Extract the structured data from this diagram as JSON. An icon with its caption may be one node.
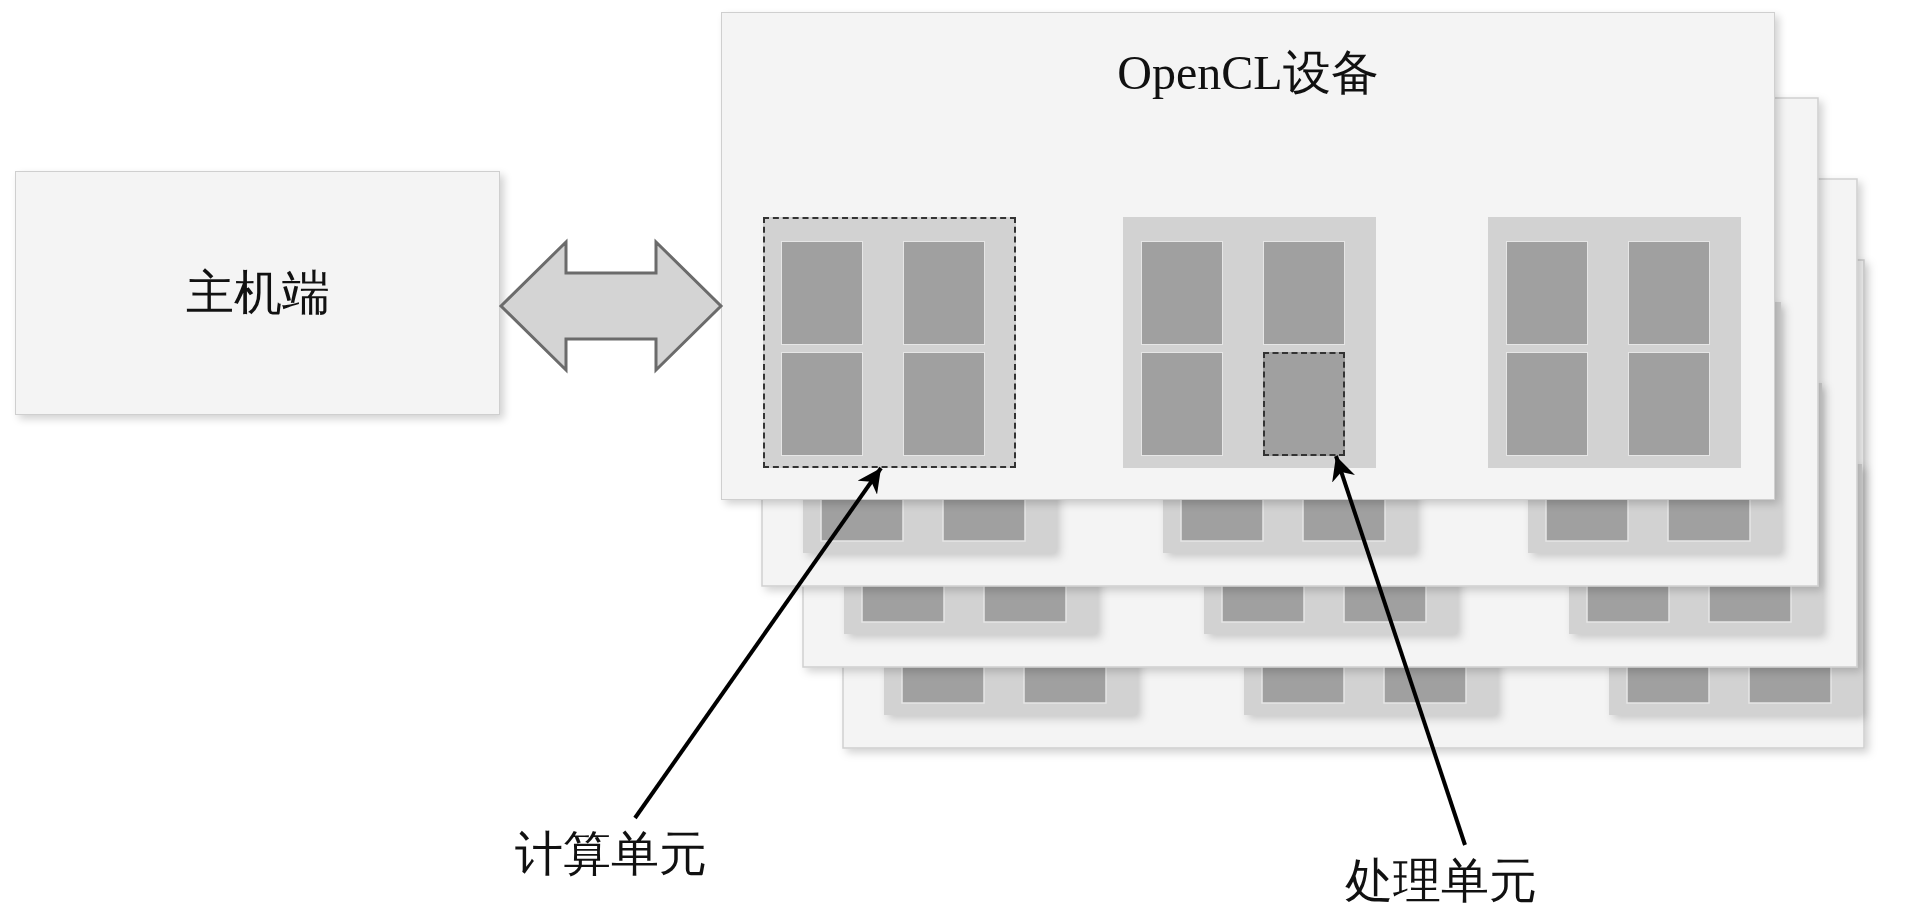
{
  "diagram": {
    "nodes": [
      {
        "text": [
          "主机端"
        ]
      },
      {
        "text": [
          "OpenCL设备"
        ]
      },
      {
        "text": [],
        "shape": "box",
        "in": 1
      },
      {
        "text": [],
        "shape": "box",
        "in": 2
      },
      {
        "text": [],
        "shape": "box",
        "in": 2
      },
      {
        "text": [],
        "shape": "box",
        "in": 2
      },
      {
        "text": [],
        "shape": "box",
        "in": 2
      },
      {
        "text": [],
        "shape": "box",
        "in": 1
      },
      {
        "text": [],
        "shape": "box",
        "in": 7
      },
      {
        "text": [],
        "shape": "box",
        "in": 7
      },
      {
        "text": [],
        "shape": "box",
        "in": 7
      },
      {
        "text": [],
        "shape": "box",
        "in": 7
      },
      {
        "text": [],
        "shape": "box",
        "in": 1
      },
      {
        "text": [],
        "shape": "box",
        "in": 12
      },
      {
        "text": [],
        "shape": "box",
        "in": 12
      },
      {
        "text": [],
        "shape": "box",
        "in": 12
      },
      {
        "text": [],
        "shape": "box",
        "in": 12
      },
      {
        "text": [
          "计算单元"
        ]
      },
      {
        "text": [
          "处理单元"
        ]
      }
    ],
    "edges": [
      {
        "from": 0,
        "to": 1,
        "arrow": "both"
      },
      {
        "from": 17,
        "to": 2,
        "arrow": "to"
      },
      {
        "from": 18,
        "to": 11,
        "arrow": "to"
      }
    ]
  }
}
